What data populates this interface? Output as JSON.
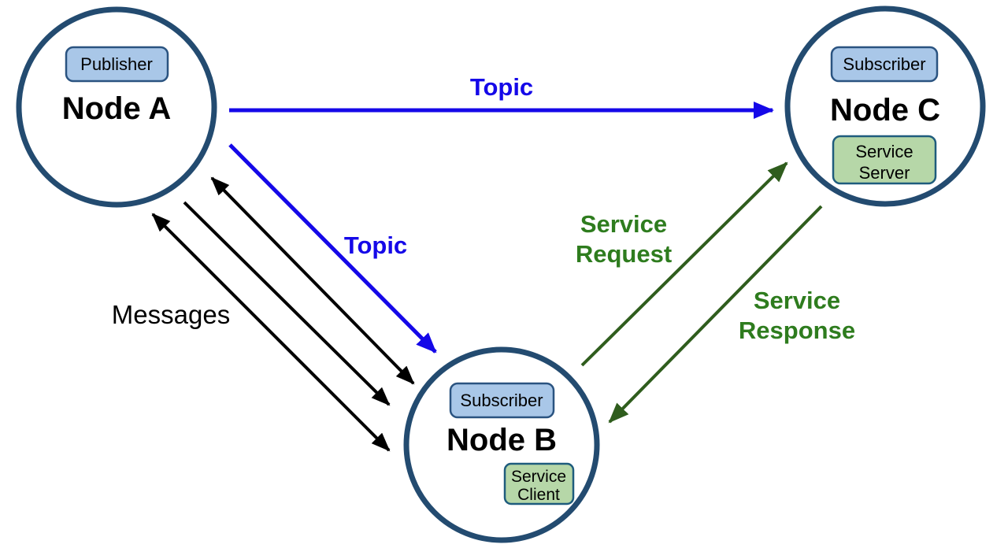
{
  "colors": {
    "background": "#ffffff",
    "node-border": "#234b70",
    "blue": "#1508e8",
    "black": "#000000",
    "green-line": "#2f5d1d",
    "green-text": "#2e7c1e",
    "badge-blue-fill": "#a9c7e8",
    "badge-blue-border": "#2a5380",
    "badge-green-fill": "#b6d7a8",
    "badge-green-border": "#1e5c7d"
  },
  "nodes": {
    "a": {
      "title": "Node A",
      "badge_publisher": "Publisher"
    },
    "b": {
      "title": "Node B",
      "badge_subscriber": "Subscriber",
      "badge_service_client": [
        "Service",
        "Client"
      ]
    },
    "c": {
      "title": "Node C",
      "badge_subscriber": "Subscriber",
      "badge_service_server": [
        "Service",
        "Server"
      ]
    }
  },
  "edges": {
    "topic_a_to_c": {
      "label": "Topic",
      "from": "Node A",
      "to": "Node C",
      "direction": "one-way"
    },
    "topic_a_to_b": {
      "label": "Topic",
      "from": "Node A",
      "to": "Node B",
      "direction": "one-way"
    },
    "messages_a_b": {
      "label": "Messages",
      "from": "Node A",
      "to": "Node B",
      "direction": "bidirectional",
      "arrow_count": 3
    },
    "service_request": {
      "label": [
        "Service",
        "Request"
      ],
      "from": "Node B",
      "to": "Node C",
      "direction": "one-way"
    },
    "service_response": {
      "label": [
        "Service",
        "Response"
      ],
      "from": "Node C",
      "to": "Node B",
      "direction": "one-way"
    }
  }
}
